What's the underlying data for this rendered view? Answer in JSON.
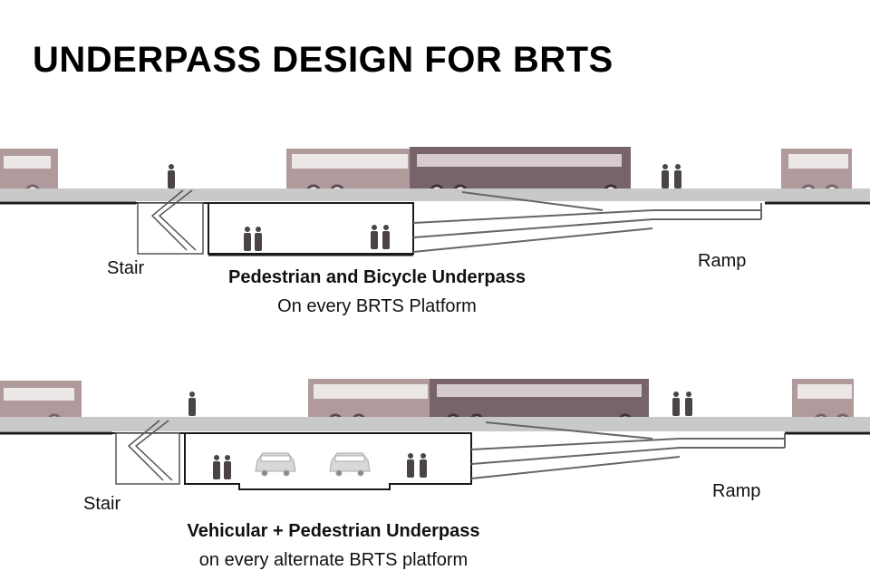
{
  "title": "UNDERPASS DESIGN FOR BRTS",
  "diagram1": {
    "stair_label": "Stair",
    "ramp_label": "Ramp",
    "caption_title": "Pedestrian and Bicycle Underpass",
    "caption_subtitle": "On every BRTS Platform"
  },
  "diagram2": {
    "stair_label": "Stair",
    "ramp_label": "Ramp",
    "caption_title": "Vehicular + Pedestrian Underpass",
    "caption_subtitle": "on every alternate BRTS platform"
  },
  "colors": {
    "road": "#c9c9c9",
    "bus_light": "#b09a9c",
    "bus_dark": "#76646a",
    "window": "#ece7e7",
    "person": "#4a4446",
    "car": "#d8d8d8",
    "line": "#1a1a1a"
  },
  "icons": [
    "bus-icon",
    "person-icon",
    "car-icon",
    "stair-icon",
    "ramp-icon"
  ]
}
